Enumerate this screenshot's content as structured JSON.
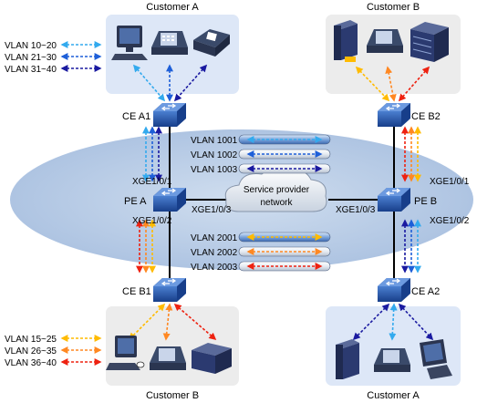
{
  "sites": {
    "customer_a_top": "Customer A",
    "customer_b_top": "Customer B",
    "customer_b_bottom": "Customer B",
    "customer_a_bottom": "Customer A"
  },
  "devices": {
    "ce_a1": "CE A1",
    "ce_b2": "CE B2",
    "pe_a": "PE A",
    "pe_b": "PE B",
    "ce_b1": "CE B1",
    "ce_a2": "CE A2"
  },
  "interfaces": {
    "pe_a_up": "XGE1/0/1",
    "pe_a_core": "XGE1/0/3",
    "pe_a_down": "XGE1/0/2",
    "pe_b_up": "XGE1/0/1",
    "pe_b_core": "XGE1/0/3",
    "pe_b_down": "XGE1/0/2"
  },
  "cloud": {
    "line1": "Service provider",
    "line2": "network"
  },
  "vlans_top_left": [
    "VLAN 10~20",
    "VLAN 21~30",
    "VLAN 31~40"
  ],
  "vlans_bottom_left": [
    "VLAN 15~25",
    "VLAN 26~35",
    "VLAN 36~40"
  ],
  "tunnels_upper": [
    "VLAN 1001",
    "VLAN 1002",
    "VLAN 1003"
  ],
  "tunnels_lower": [
    "VLAN 2001",
    "VLAN 2002",
    "VLAN 2003"
  ],
  "colors": {
    "blue_light": "#33aaee",
    "blue_mid": "#1e5fd8",
    "blue_dark": "#1a1aa0",
    "yellow": "#ffbb00",
    "orange": "#ff8822",
    "red": "#ee2211",
    "switch": "#2255aa",
    "ellipse": "#b9cce6",
    "site_box_a": "#dde7f7",
    "site_box_b": "#ececec"
  },
  "icons": [
    "switch-icon",
    "computer-icon",
    "ip-phone-icon",
    "printer-icon",
    "server-icon",
    "storage-array-icon",
    "cloud-icon"
  ]
}
